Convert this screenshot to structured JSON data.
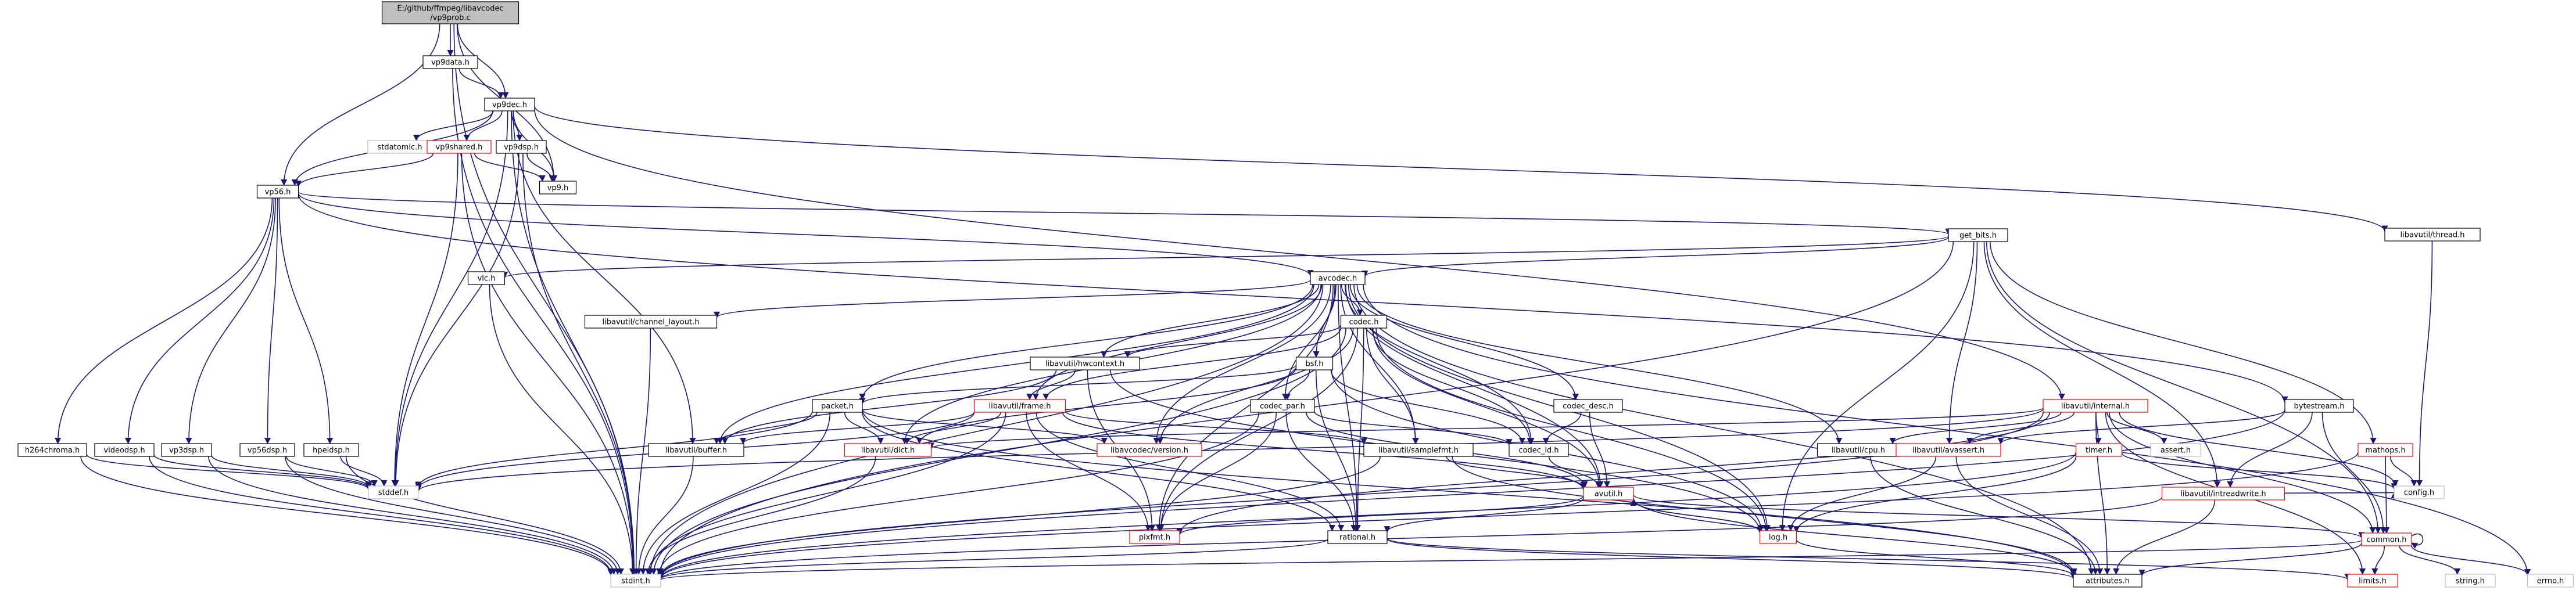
{
  "diagram": {
    "title": "include dependency graph",
    "colors": {
      "edge": "#191970",
      "edge_dark": "#000080",
      "root_fill": "#bfbfbf",
      "node_stroke_black": "#000000",
      "node_stroke_red": "#ff0000",
      "node_stroke_gray": "#bfbfbf",
      "text": "#000000"
    },
    "nodes": [
      {
        "id": "root",
        "label": "E:/github/ffmpeg/libavcodec\n/vp9prob.c",
        "style": "root"
      },
      {
        "id": "vp9data_h",
        "label": "vp9data.h",
        "style": "black"
      },
      {
        "id": "vp9dec_h",
        "label": "vp9dec.h",
        "style": "black"
      },
      {
        "id": "stdatomic_h",
        "label": "stdatomic.h",
        "style": "gray"
      },
      {
        "id": "vp9shared_h",
        "label": "vp9shared.h",
        "style": "red"
      },
      {
        "id": "vp9dsp_h",
        "label": "vp9dsp.h",
        "style": "black"
      },
      {
        "id": "vp9_h",
        "label": "vp9.h",
        "style": "black"
      },
      {
        "id": "vp56_h",
        "label": "vp56.h",
        "style": "black"
      },
      {
        "id": "thread_h",
        "label": "libavutil/thread.h",
        "style": "black"
      },
      {
        "id": "get_bits_h",
        "label": "get_bits.h",
        "style": "black"
      },
      {
        "id": "vlc_h",
        "label": "vlc.h",
        "style": "black"
      },
      {
        "id": "avcodec_h",
        "label": "avcodec.h",
        "style": "black"
      },
      {
        "id": "channel_layout_h",
        "label": "libavutil/channel_layout.h",
        "style": "black"
      },
      {
        "id": "codec_h",
        "label": "codec.h",
        "style": "black"
      },
      {
        "id": "hwcontext_h",
        "label": "libavutil/hwcontext.h",
        "style": "black"
      },
      {
        "id": "bsf_h",
        "label": "bsf.h",
        "style": "black"
      },
      {
        "id": "packet_h",
        "label": "packet.h",
        "style": "black"
      },
      {
        "id": "frame_h",
        "label": "libavutil/frame.h",
        "style": "red"
      },
      {
        "id": "codec_par_h",
        "label": "codec_par.h",
        "style": "black"
      },
      {
        "id": "codec_desc_h",
        "label": "codec_desc.h",
        "style": "black"
      },
      {
        "id": "internal_h",
        "label": "libavutil/internal.h",
        "style": "red"
      },
      {
        "id": "bytestream_h",
        "label": "bytestream.h",
        "style": "black"
      },
      {
        "id": "h264chroma_h",
        "label": "h264chroma.h",
        "style": "black"
      },
      {
        "id": "videodsp_h",
        "label": "videodsp.h",
        "style": "black"
      },
      {
        "id": "vp3dsp_h",
        "label": "vp3dsp.h",
        "style": "black"
      },
      {
        "id": "vp56dsp_h",
        "label": "vp56dsp.h",
        "style": "black"
      },
      {
        "id": "hpeldsp_h",
        "label": "hpeldsp.h",
        "style": "black"
      },
      {
        "id": "buffer_h",
        "label": "libavutil/buffer.h",
        "style": "black"
      },
      {
        "id": "dict_h",
        "label": "libavutil/dict.h",
        "style": "red"
      },
      {
        "id": "version_h",
        "label": "libavcodec/version.h",
        "style": "red"
      },
      {
        "id": "samplefmt_h",
        "label": "libavutil/samplefmt.h",
        "style": "black"
      },
      {
        "id": "codec_id_h",
        "label": "codec_id.h",
        "style": "black"
      },
      {
        "id": "cpu_h",
        "label": "libavutil/cpu.h",
        "style": "black"
      },
      {
        "id": "avassert_h",
        "label": "libavutil/avassert.h",
        "style": "red"
      },
      {
        "id": "timer_h",
        "label": "timer.h",
        "style": "red"
      },
      {
        "id": "assert_h",
        "label": "assert.h",
        "style": "gray"
      },
      {
        "id": "mathops_h",
        "label": "mathops.h",
        "style": "red"
      },
      {
        "id": "intreadwrite_h",
        "label": "libavutil/intreadwrite.h",
        "style": "red"
      },
      {
        "id": "config_h",
        "label": "config.h",
        "style": "gray"
      },
      {
        "id": "stddef_h",
        "label": "stddef.h",
        "style": "gray"
      },
      {
        "id": "avutil_h",
        "label": "avutil.h",
        "style": "red"
      },
      {
        "id": "pixfmt_h",
        "label": "pixfmt.h",
        "style": "red"
      },
      {
        "id": "rational_h",
        "label": "rational.h",
        "style": "black"
      },
      {
        "id": "log_h",
        "label": "log.h",
        "style": "red"
      },
      {
        "id": "common_h",
        "label": "common.h",
        "style": "red"
      },
      {
        "id": "stdint_h",
        "label": "stdint.h",
        "style": "gray"
      },
      {
        "id": "attributes_h",
        "label": "attributes.h",
        "style": "black"
      },
      {
        "id": "limits_h",
        "label": "limits.h",
        "style": "red"
      },
      {
        "id": "string_h",
        "label": "string.h",
        "style": "gray"
      },
      {
        "id": "errno_h",
        "label": "errno.h",
        "style": "gray"
      }
    ],
    "edges": [
      [
        "root",
        "vp9data_h"
      ],
      [
        "root",
        "vp9dec_h"
      ],
      [
        "root",
        "vp56_h"
      ],
      [
        "root",
        "vp9_h"
      ],
      [
        "root",
        "stdint_h"
      ],
      [
        "vp9data_h",
        "vp9dec_h"
      ],
      [
        "vp9data_h",
        "stdint_h"
      ],
      [
        "vp9dec_h",
        "stdatomic_h"
      ],
      [
        "vp9dec_h",
        "vp9shared_h"
      ],
      [
        "vp9dec_h",
        "vp9dsp_h"
      ],
      [
        "vp9dec_h",
        "vp9_h"
      ],
      [
        "vp9dec_h",
        "thread_h"
      ],
      [
        "vp9dec_h",
        "internal_h"
      ],
      [
        "vp9dec_h",
        "stddef_h"
      ],
      [
        "vp9dec_h",
        "stdint_h"
      ],
      [
        "vp9dec_h",
        "buffer_h"
      ],
      [
        "vp9dec_h",
        "vp56_h"
      ],
      [
        "vp9shared_h",
        "vp9_h"
      ],
      [
        "vp9shared_h",
        "vp56_h"
      ],
      [
        "vp9shared_h",
        "stddef_h"
      ],
      [
        "vp9shared_h",
        "stdint_h"
      ],
      [
        "vp9dsp_h",
        "vp9_h"
      ],
      [
        "vp9dsp_h",
        "stddef_h"
      ],
      [
        "vp9dsp_h",
        "stdint_h"
      ],
      [
        "thread_h",
        "config_h"
      ],
      [
        "vp56_h",
        "get_bits_h"
      ],
      [
        "vp56_h",
        "avcodec_h"
      ],
      [
        "vp56_h",
        "bytestream_h"
      ],
      [
        "vp56_h",
        "h264chroma_h"
      ],
      [
        "vp56_h",
        "videodsp_h"
      ],
      [
        "vp56_h",
        "vp3dsp_h"
      ],
      [
        "vp56_h",
        "vp56dsp_h"
      ],
      [
        "vp56_h",
        "hpeldsp_h"
      ],
      [
        "get_bits_h",
        "vlc_h"
      ],
      [
        "get_bits_h",
        "avcodec_h"
      ],
      [
        "get_bits_h",
        "mathops_h"
      ],
      [
        "get_bits_h",
        "avassert_h"
      ],
      [
        "get_bits_h",
        "intreadwrite_h"
      ],
      [
        "get_bits_h",
        "log_h"
      ],
      [
        "get_bits_h",
        "common_h"
      ],
      [
        "get_bits_h",
        "stdint_h"
      ],
      [
        "vlc_h",
        "stdint_h"
      ],
      [
        "avcodec_h",
        "channel_layout_h"
      ],
      [
        "avcodec_h",
        "codec_h"
      ],
      [
        "avcodec_h",
        "hwcontext_h"
      ],
      [
        "avcodec_h",
        "bsf_h"
      ],
      [
        "avcodec_h",
        "packet_h"
      ],
      [
        "avcodec_h",
        "frame_h"
      ],
      [
        "avcodec_h",
        "codec_par_h"
      ],
      [
        "avcodec_h",
        "codec_desc_h"
      ],
      [
        "avcodec_h",
        "buffer_h"
      ],
      [
        "avcodec_h",
        "dict_h"
      ],
      [
        "avcodec_h",
        "version_h"
      ],
      [
        "avcodec_h",
        "samplefmt_h"
      ],
      [
        "avcodec_h",
        "codec_id_h"
      ],
      [
        "avcodec_h",
        "cpu_h"
      ],
      [
        "avcodec_h",
        "avutil_h"
      ],
      [
        "avcodec_h",
        "pixfmt_h"
      ],
      [
        "avcodec_h",
        "rational_h"
      ],
      [
        "avcodec_h",
        "log_h"
      ],
      [
        "avcodec_h",
        "attributes_h"
      ],
      [
        "avcodec_h",
        "errno_h"
      ],
      [
        "avcodec_h",
        "stdint_h"
      ],
      [
        "channel_layout_h",
        "stdint_h"
      ],
      [
        "codec_h",
        "hwcontext_h"
      ],
      [
        "codec_h",
        "frame_h"
      ],
      [
        "codec_h",
        "codec_id_h"
      ],
      [
        "codec_h",
        "version_h"
      ],
      [
        "codec_h",
        "samplefmt_h"
      ],
      [
        "codec_h",
        "avutil_h"
      ],
      [
        "codec_h",
        "pixfmt_h"
      ],
      [
        "codec_h",
        "rational_h"
      ],
      [
        "codec_h",
        "log_h"
      ],
      [
        "codec_h",
        "stdint_h"
      ],
      [
        "hwcontext_h",
        "buffer_h"
      ],
      [
        "hwcontext_h",
        "frame_h"
      ],
      [
        "hwcontext_h",
        "pixfmt_h"
      ],
      [
        "hwcontext_h",
        "log_h"
      ],
      [
        "bsf_h",
        "packet_h"
      ],
      [
        "bsf_h",
        "codec_par_h"
      ],
      [
        "bsf_h",
        "codec_id_h"
      ],
      [
        "bsf_h",
        "dict_h"
      ],
      [
        "bsf_h",
        "log_h"
      ],
      [
        "bsf_h",
        "rational_h"
      ],
      [
        "packet_h",
        "buffer_h"
      ],
      [
        "packet_h",
        "dict_h"
      ],
      [
        "packet_h",
        "version_h"
      ],
      [
        "packet_h",
        "attributes_h"
      ],
      [
        "packet_h",
        "rational_h"
      ],
      [
        "packet_h",
        "stddef_h"
      ],
      [
        "packet_h",
        "stdint_h"
      ],
      [
        "frame_h",
        "buffer_h"
      ],
      [
        "frame_h",
        "dict_h"
      ],
      [
        "frame_h",
        "avutil_h"
      ],
      [
        "frame_h",
        "pixfmt_h"
      ],
      [
        "frame_h",
        "rational_h"
      ],
      [
        "frame_h",
        "samplefmt_h"
      ],
      [
        "frame_h",
        "stddef_h"
      ],
      [
        "frame_h",
        "stdint_h"
      ],
      [
        "codec_par_h",
        "codec_id_h"
      ],
      [
        "codec_par_h",
        "avutil_h"
      ],
      [
        "codec_par_h",
        "pixfmt_h"
      ],
      [
        "codec_par_h",
        "rational_h"
      ],
      [
        "codec_par_h",
        "stdint_h"
      ],
      [
        "codec_desc_h",
        "codec_id_h"
      ],
      [
        "codec_desc_h",
        "avutil_h"
      ],
      [
        "internal_h",
        "timer_h"
      ],
      [
        "internal_h",
        "assert_h"
      ],
      [
        "internal_h",
        "avassert_h"
      ],
      [
        "internal_h",
        "cpu_h"
      ],
      [
        "internal_h",
        "dict_h"
      ],
      [
        "internal_h",
        "pixfmt_h"
      ],
      [
        "internal_h",
        "config_h"
      ],
      [
        "internal_h",
        "attributes_h"
      ],
      [
        "internal_h",
        "common_h"
      ],
      [
        "internal_h",
        "stdint_h"
      ],
      [
        "internal_h",
        "limits_h"
      ],
      [
        "internal_h",
        "stddef_h"
      ],
      [
        "bytestream_h",
        "avassert_h"
      ],
      [
        "bytestream_h",
        "intreadwrite_h"
      ],
      [
        "bytestream_h",
        "common_h"
      ],
      [
        "bytestream_h",
        "stdint_h"
      ],
      [
        "h264chroma_h",
        "stdint_h"
      ],
      [
        "h264chroma_h",
        "stddef_h"
      ],
      [
        "videodsp_h",
        "stddef_h"
      ],
      [
        "videodsp_h",
        "stdint_h"
      ],
      [
        "vp3dsp_h",
        "stdint_h"
      ],
      [
        "vp3dsp_h",
        "stddef_h"
      ],
      [
        "vp56dsp_h",
        "stdint_h"
      ],
      [
        "vp56dsp_h",
        "stddef_h"
      ],
      [
        "hpeldsp_h",
        "stdint_h"
      ],
      [
        "hpeldsp_h",
        "stddef_h"
      ],
      [
        "buffer_h",
        "stdint_h"
      ],
      [
        "dict_h",
        "stdint_h"
      ],
      [
        "samplefmt_h",
        "avutil_h"
      ],
      [
        "samplefmt_h",
        "attributes_h"
      ],
      [
        "samplefmt_h",
        "stdint_h"
      ],
      [
        "codec_id_h",
        "avutil_h"
      ],
      [
        "cpu_h",
        "attributes_h"
      ],
      [
        "avassert_h",
        "log_h"
      ],
      [
        "avassert_h",
        "attributes_h"
      ],
      [
        "timer_h",
        "config_h"
      ],
      [
        "timer_h",
        "log_h"
      ],
      [
        "timer_h",
        "stdint_h"
      ],
      [
        "mathops_h",
        "config_h"
      ],
      [
        "mathops_h",
        "common_h"
      ],
      [
        "mathops_h",
        "stdint_h"
      ],
      [
        "intreadwrite_h",
        "attributes_h"
      ],
      [
        "intreadwrite_h",
        "config_h"
      ],
      [
        "intreadwrite_h",
        "stdint_h"
      ],
      [
        "avutil_h",
        "common_h"
      ],
      [
        "avutil_h",
        "rational_h"
      ],
      [
        "avutil_h",
        "pixfmt_h"
      ],
      [
        "avutil_h",
        "log_h"
      ],
      [
        "avutil_h",
        "attributes_h"
      ],
      [
        "rational_h",
        "attributes_h"
      ],
      [
        "rational_h",
        "stdint_h"
      ],
      [
        "rational_h",
        "limits_h"
      ],
      [
        "log_h",
        "avutil_h"
      ],
      [
        "log_h",
        "attributes_h"
      ],
      [
        "common_h",
        "attributes_h"
      ],
      [
        "common_h",
        "limits_h"
      ],
      [
        "common_h",
        "string_h"
      ],
      [
        "common_h",
        "errno_h"
      ],
      [
        "common_h",
        "stdint_h"
      ],
      [
        "common_h",
        "common_h"
      ]
    ]
  }
}
